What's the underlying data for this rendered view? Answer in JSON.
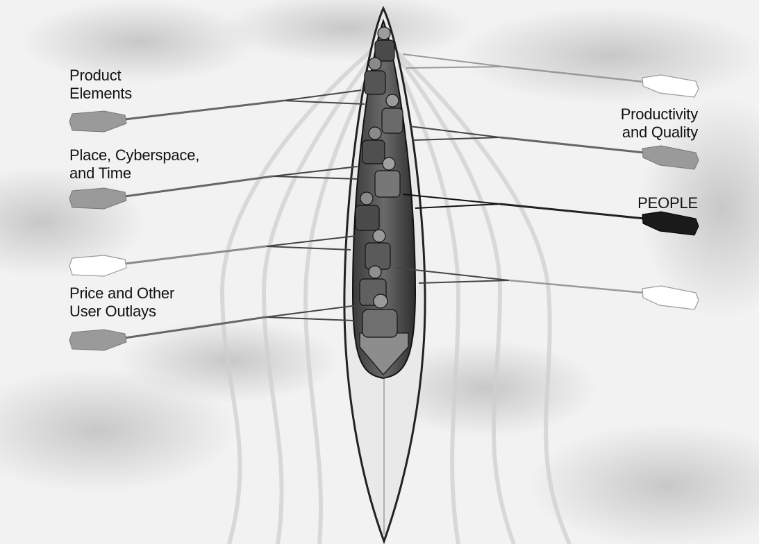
{
  "labels": {
    "product_elements": [
      "Product",
      "Elements"
    ],
    "place": [
      "Place, Cyberspace,",
      "and Time"
    ],
    "price": [
      "Price and Other",
      "User Outlays"
    ],
    "productivity": [
      "Productivity",
      "and Quality"
    ],
    "people": [
      "PEOPLE"
    ]
  },
  "oars": [
    {
      "name": "oar-product-elements",
      "side": "left",
      "color": "#9a9a9a"
    },
    {
      "name": "oar-place",
      "side": "left",
      "color": "#9a9a9a"
    },
    {
      "name": "oar-blank-left",
      "side": "left",
      "color": "#ffffff"
    },
    {
      "name": "oar-price",
      "side": "left",
      "color": "#9a9a9a"
    },
    {
      "name": "oar-blank-top-right",
      "side": "right",
      "color": "#ffffff"
    },
    {
      "name": "oar-productivity",
      "side": "right",
      "color": "#9a9a9a"
    },
    {
      "name": "oar-people",
      "side": "right",
      "color": "#1a1a1a"
    },
    {
      "name": "oar-blank-bottom-right",
      "side": "right",
      "color": "#ffffff"
    }
  ],
  "colors": {
    "background": "#f2f2f2",
    "boat_hull": "#2a2a2a",
    "blade_grey": "#9a9a9a",
    "blade_dark": "#1a1a1a",
    "blade_white": "#ffffff"
  }
}
